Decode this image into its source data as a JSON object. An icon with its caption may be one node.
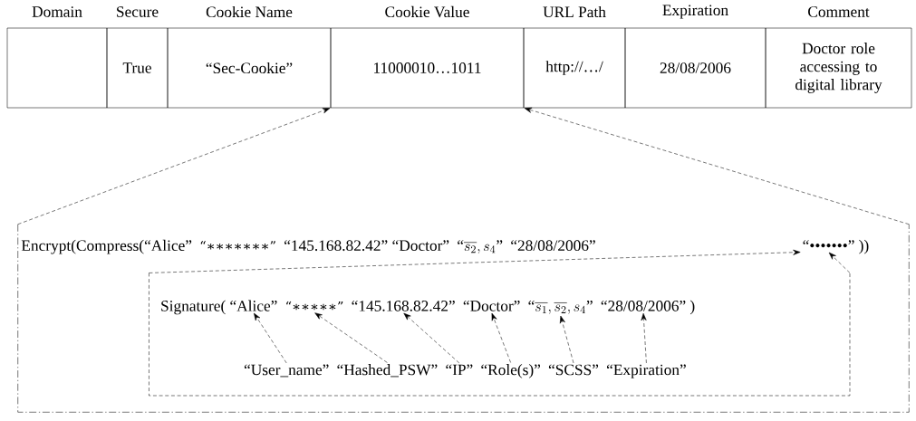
{
  "diagram": {
    "nodes": [
      {
        "text": [],
        "shape": "box"
      },
      {
        "text": [
          "True"
        ]
      },
      {
        "text": [
          "“Sec-Cookie”"
        ]
      },
      {
        "text": [
          "11000010…1011"
        ]
      },
      {
        "text": [
          "http://…/"
        ]
      },
      {
        "text": [
          "28/08/2006"
        ]
      },
      {
        "text": [
          "Doctor role accessing to digital library"
        ]
      },
      {
        "text": [],
        "shape": "box"
      },
      {
        "text": [
          "“•••••••”"
        ],
        "in": 7
      },
      {
        "text": [],
        "shape": "box",
        "in": 7
      },
      {
        "text": [
          "“Alice”"
        ],
        "in": 9
      },
      {
        "text": [
          "“∗∗∗∗∗”"
        ],
        "in": 9
      },
      {
        "text": [
          "“145.168.82.42”"
        ],
        "in": 9
      },
      {
        "text": [
          "“Doctor”"
        ],
        "in": 9
      },
      {
        "text": [
          "\\text{“}\\overline{s_1},\\overline{s_2},s_4\\text{”}"
        ],
        "in": 9
      },
      {
        "text": [
          "“28/08/2006”"
        ],
        "in": 9
      },
      {
        "text": [
          "“User_name”"
        ],
        "in": 9
      },
      {
        "text": [
          "“Hashed_PSW”"
        ],
        "in": 9
      },
      {
        "text": [
          "“IP”"
        ],
        "in": 9
      },
      {
        "text": [
          "“Role(s)”"
        ],
        "in": 9
      },
      {
        "text": [
          "“SCSS”"
        ],
        "in": 9
      },
      {
        "text": [
          "“Expiration”"
        ],
        "in": 9
      }
    ],
    "edges": [
      {
        "from": 7,
        "to": 3,
        "arrow": "to",
        "style": "dashed"
      },
      {
        "from": 7,
        "to": 3,
        "arrow": "to",
        "style": "dashed"
      },
      {
        "from": 9,
        "to": 8,
        "arrow": "to",
        "style": "dashed"
      },
      {
        "from": 9,
        "to": 8,
        "arrow": "to",
        "style": "dashed"
      },
      {
        "from": 16,
        "to": 10,
        "arrow": "to",
        "style": "dashed"
      },
      {
        "from": 17,
        "to": 11,
        "arrow": "to",
        "style": "dashed"
      },
      {
        "from": 18,
        "to": 12,
        "arrow": "to",
        "style": "dashed"
      },
      {
        "from": 19,
        "to": 13,
        "arrow": "to",
        "style": "dashed"
      },
      {
        "from": 20,
        "to": 14,
        "arrow": "to",
        "style": "dashed"
      },
      {
        "from": 21,
        "to": 15,
        "arrow": "to",
        "style": "dashed"
      }
    ],
    "labels": [
      "Domain",
      "Secure",
      "Cookie Name",
      "Cookie Value",
      "URL Path",
      "Expiration",
      "Comment",
      "Encrypt(Compress(“Alice”",
      "“∗∗∗∗∗∗∗”",
      "“145.168.82.42” “Doctor”",
      "\\text{“}\\overline{s_2},s_4\\text{”}",
      "“28/08/2006”",
      "))",
      "Signature(",
      ")"
    ]
  }
}
